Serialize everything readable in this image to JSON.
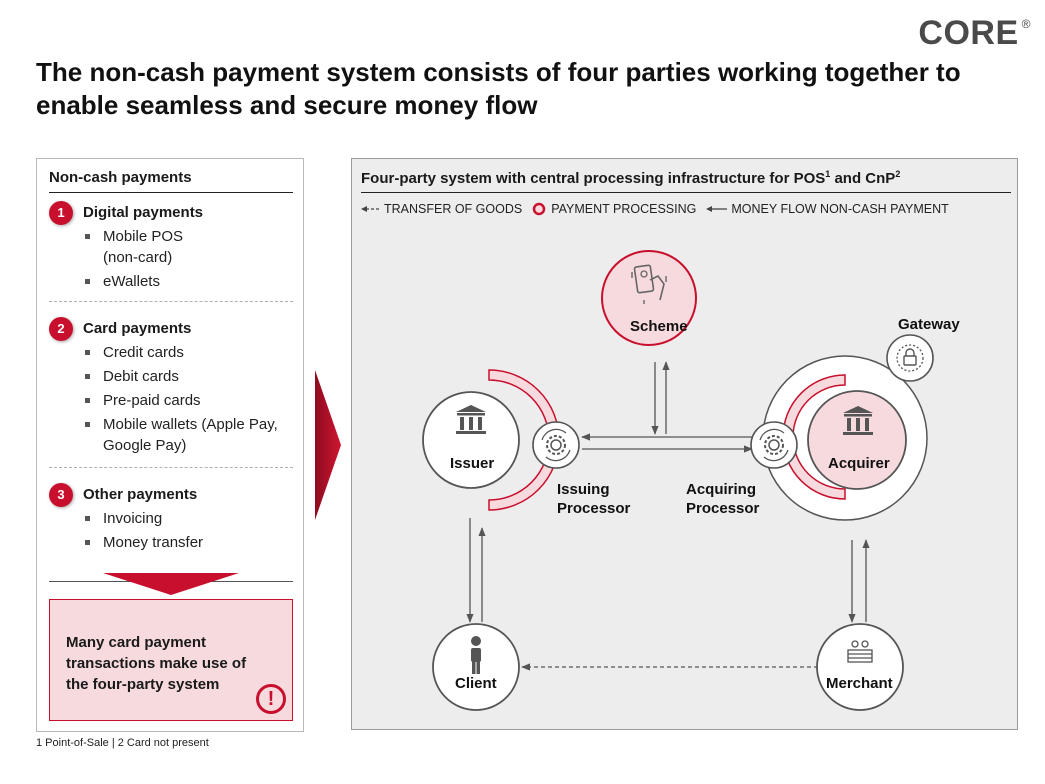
{
  "logo": {
    "text": "CORE",
    "mark": "®"
  },
  "title": "The non-cash payment system consists of four parties working together to enable seamless and secure money flow",
  "left_panel": {
    "header": "Non-cash payments",
    "sections": [
      {
        "number": "1",
        "title": "Digital payments",
        "items": [
          "Mobile POS (non-card)",
          "eWallets"
        ]
      },
      {
        "number": "2",
        "title": "Card payments",
        "items": [
          "Credit cards",
          "Debit cards",
          "Pre-paid cards",
          "Mobile wallets (Apple Pay, Google Pay)"
        ]
      },
      {
        "number": "3",
        "title": "Other payments",
        "items": [
          "Invoicing",
          "Money transfer"
        ]
      }
    ],
    "highlight": "Many card payment transactions make use of the four-party system"
  },
  "right_panel": {
    "header": "Four-party system with central processing infrastructure for POS",
    "header_sup1": "1",
    "header_mid": " and CnP",
    "header_sup2": "2",
    "legend": {
      "transfer_of_goods": "TRANSFER OF GOODS",
      "payment_processing": "PAYMENT PROCESSING",
      "money_flow": "MONEY FLOW NON-CASH PAYMENT"
    },
    "nodes": {
      "scheme": "Scheme",
      "gateway": "Gateway",
      "issuer": "Issuer",
      "acquirer": "Acquirer",
      "issuing_processor": "Issuing Processor",
      "acquiring_processor": "Acquiring Processor",
      "client": "Client",
      "merchant": "Merchant"
    }
  },
  "footnote": "1 Point-of-Sale | 2 Card not present",
  "colors": {
    "accent": "#c8102e",
    "accent_light": "#f6dadd",
    "panel_bg": "#ededed",
    "node_border": "#4a4a4a"
  }
}
